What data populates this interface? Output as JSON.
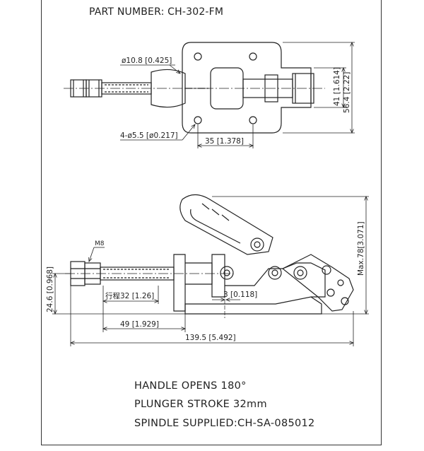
{
  "header": {
    "part_number": "PART NUMBER:   CH-302-FM"
  },
  "top_view": {
    "dim_bore": "ø10.8 [0.425]",
    "dim_holes": "4-ø5.5 [ø0.217]",
    "dim_hole_spacing": "35 [1.378]",
    "dim_height_inner": "41 [1.614]",
    "dim_height_outer": "56.4 [2.22]"
  },
  "side_view": {
    "thread_label": "M8",
    "dim_base_height": "24.6 [0.968]",
    "dim_stroke": "行程32 [1.26]",
    "dim_offset": "3 [0.118]",
    "dim_to_base": "49 [1.929]",
    "dim_overall_length": "139.5 [5.492]",
    "dim_max_height": "Max.78[3.071]"
  },
  "notes": {
    "handle_opens": "HANDLE OPENS 180°",
    "plunger_stroke": "PLUNGER STROKE 32mm",
    "spindle": "SPINDLE SUPPLIED:CH-SA-085012"
  }
}
